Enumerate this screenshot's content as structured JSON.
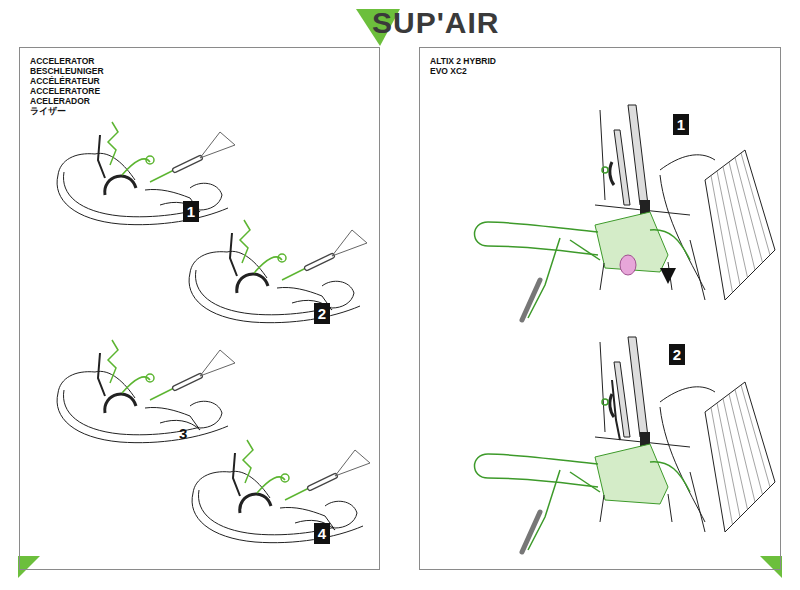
{
  "diagram": {
    "nodes": [
      {
        "text": [
          "ACCELERATOR",
          "BESCHLEUNIGER",
          "ACCÉLÉRATEUR",
          "ACCELERATORE",
          "ACELERADOR",
          "ライザー"
        ]
      },
      {
        "text": [
          "1"
        ],
        "in": 0
      },
      {
        "text": [
          "2"
        ],
        "in": 0
      },
      {
        "text": [
          "4"
        ],
        "in": 0
      },
      {
        "text": [
          "ALTIX 2 HYBRID",
          "EVO XC2"
        ]
      },
      {
        "text": [
          "1"
        ],
        "in": 4
      },
      {
        "text": [
          "2"
        ],
        "in": 4
      }
    ],
    "labels": [
      "SUP'AIR",
      "3"
    ]
  }
}
